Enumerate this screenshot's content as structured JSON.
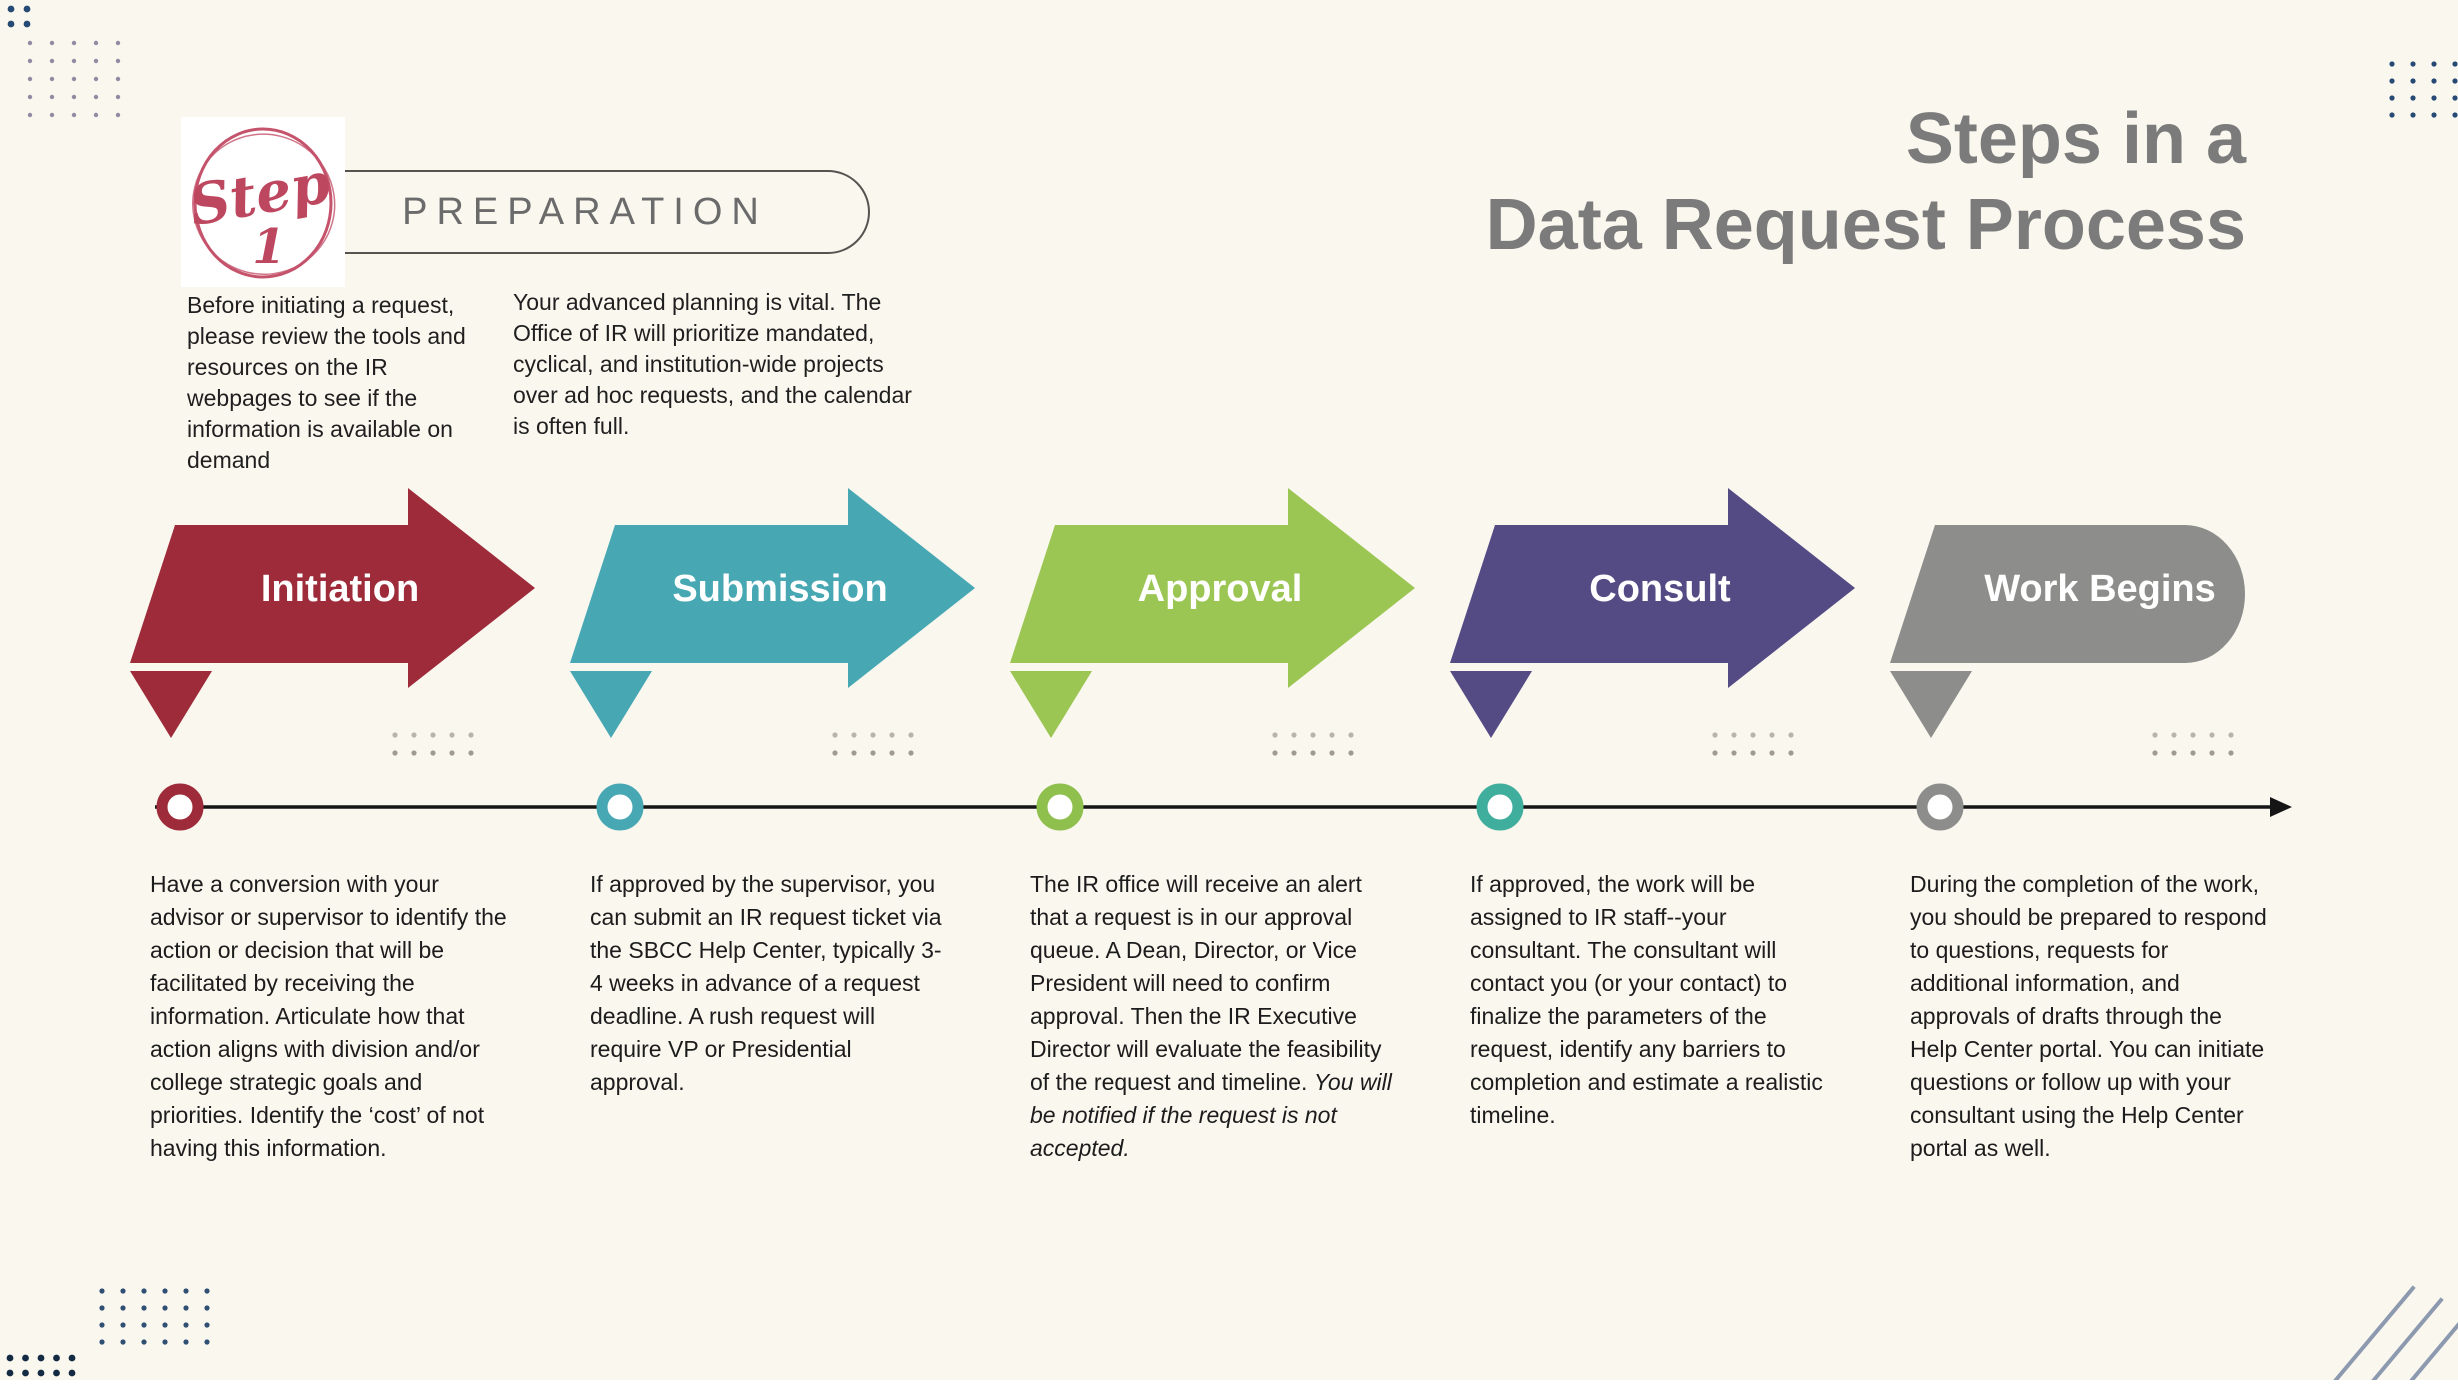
{
  "page": {
    "background": "#FAF7EF"
  },
  "header": {
    "step_badge": {
      "word": "Step",
      "number": "1",
      "color": "#BE4760"
    },
    "step_label": "PREPARATION",
    "title_line1": "Steps in a",
    "title_line2": "Data Request Process",
    "title_color": "#7B7B7B"
  },
  "intro": {
    "col1": "Before initiating a request, please review the tools and resources on the IR webpages to see if the information is available on demand",
    "col2": "Your advanced planning is vital. The Office of IR will prioritize mandated, cyclical, and institution-wide projects over ad hoc requests, and the calendar is often full."
  },
  "steps": [
    {
      "label": "Initiation",
      "arrow_color": "#9E2B3A",
      "ring_color": "#9E2B3A",
      "shape": "arrow",
      "description": "Have a conversion with your advisor or supervisor to identify the action or decision that will be facilitated by receiving the information. Articulate how that action aligns with division and/or college strategic goals and priorities. Identify the ‘cost’ of not having this information.",
      "description_italic": ""
    },
    {
      "label": "Submission",
      "arrow_color": "#47A8B4",
      "ring_color": "#47A8B4",
      "shape": "arrow",
      "description": "If approved by the supervisor, you can submit an IR request ticket via the SBCC Help Center, typically 3-4 weeks in advance of a request deadline. A rush request will require VP or Presidential approval.",
      "description_italic": ""
    },
    {
      "label": "Approval",
      "arrow_color": "#9CC653",
      "ring_color": "#8FBF4D",
      "shape": "arrow",
      "description": "The IR office will receive an alert that a request is in our approval queue. A Dean, Director, or Vice President will need to confirm approval. Then the IR Executive Director will evaluate the feasibility of the request and timeline. ",
      "description_italic": "You will be notified if the request is not accepted."
    },
    {
      "label": "Consult",
      "arrow_color": "#544B84",
      "ring_color": "#3FAE9C",
      "shape": "arrow",
      "description": "If approved, the work will be assigned to IR staff--your consultant. The consultant will contact you (or your contact) to finalize the parameters of the request, identify any barriers to completion and estimate a realistic timeline.",
      "description_italic": ""
    },
    {
      "label": "Work Begins",
      "arrow_color": "#8D8D8B",
      "ring_color": "#8D8D8B",
      "shape": "rounded",
      "description": "During the completion of the work, you should be prepared to respond to questions, requests for additional information, and approvals of drafts through the Help Center portal. You can initiate questions or follow up with your consultant using the Help Center portal as well.",
      "description_italic": ""
    }
  ],
  "timeline": {
    "line_color": "#151515"
  },
  "decor": {
    "navy_dot_color": "#274A74",
    "lavender_dot_color": "#908BA1",
    "slate_dot_color": "#2F4F73",
    "dark_corner_dot_color": "#132A42",
    "band_dot_light": "#BAB3AB",
    "band_dot_dark": "#A19A92",
    "diagonal_line_color": "#8C99AF"
  }
}
